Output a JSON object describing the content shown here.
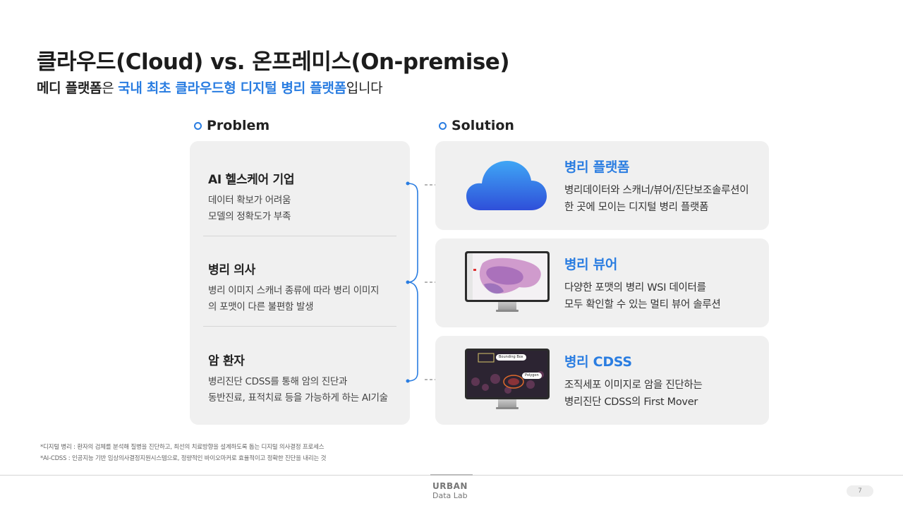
{
  "header": {
    "title": "클라우드(Cloud) vs. 온프레미스(On-premise)",
    "subtitle": {
      "brand": "메디 플랫폼",
      "particle": "은 ",
      "highlight": "국내 최초 클라우드형 디지털 병리 플랫폼",
      "ending": "입니다"
    }
  },
  "problem": {
    "heading": "Problem",
    "items": [
      {
        "title": "AI 헬스케어 기업",
        "lines": [
          "데이터 확보가 어려움",
          "모델의 정확도가 부족"
        ]
      },
      {
        "title": "병리 의사",
        "lines": [
          "병리 이미지 스캐너 종류에 따라 병리 이미지",
          "의 포맷이 다른 불편함 발생"
        ]
      },
      {
        "title": "암 환자",
        "lines": [
          "병리진단 CDSS를 통해 암의 진단과",
          "동반진료, 표적치료 등을 가능하게 하는 AI기술"
        ]
      }
    ]
  },
  "solution": {
    "heading": "Solution",
    "items": [
      {
        "title": "병리 플랫폼",
        "icon": "cloud-icon",
        "lines": [
          "병리데이터와 스캐너/뷰어/진단보조솔루션이",
          "한 곳에 모이는 디지털 병리 플랫폼"
        ]
      },
      {
        "title": "병리 뷰어",
        "icon": "monitor-wsi-icon",
        "lines": [
          "다양한 포맷의 병리 WSI 데이터를",
          "모두 확인할 수 있는 멀티 뷰어 솔루션"
        ]
      },
      {
        "title": "병리 CDSS",
        "icon": "monitor-cdss-icon",
        "lines": [
          "조직세포 이미지로 암을 진단하는",
          "병리진단 CDSS의 First Mover"
        ],
        "screen_labels": [
          "Bounding Box",
          "Polygon"
        ]
      }
    ]
  },
  "footnotes": [
    "*디지털 병리 : 환자의 검체를 분석해 질병을 진단하고, 최선의 치료방향을 설계하도록 돕는 디지털 의사결정 프로세스",
    "*AI-CDSS : 인공지능 기반 임상의사결정지원시스템으로, 정량적인 바이오마커로 효율적이고 정확한 진단을 내리는 것"
  ],
  "footer": {
    "logo_line1": "URBAN",
    "logo_line2": "Data Lab",
    "page_number": "7"
  },
  "colors": {
    "accent": "#2a7de1",
    "panel": "#f0f0f0",
    "cloud_top": "#3fa6f5",
    "cloud_bottom": "#2f4fd9"
  }
}
